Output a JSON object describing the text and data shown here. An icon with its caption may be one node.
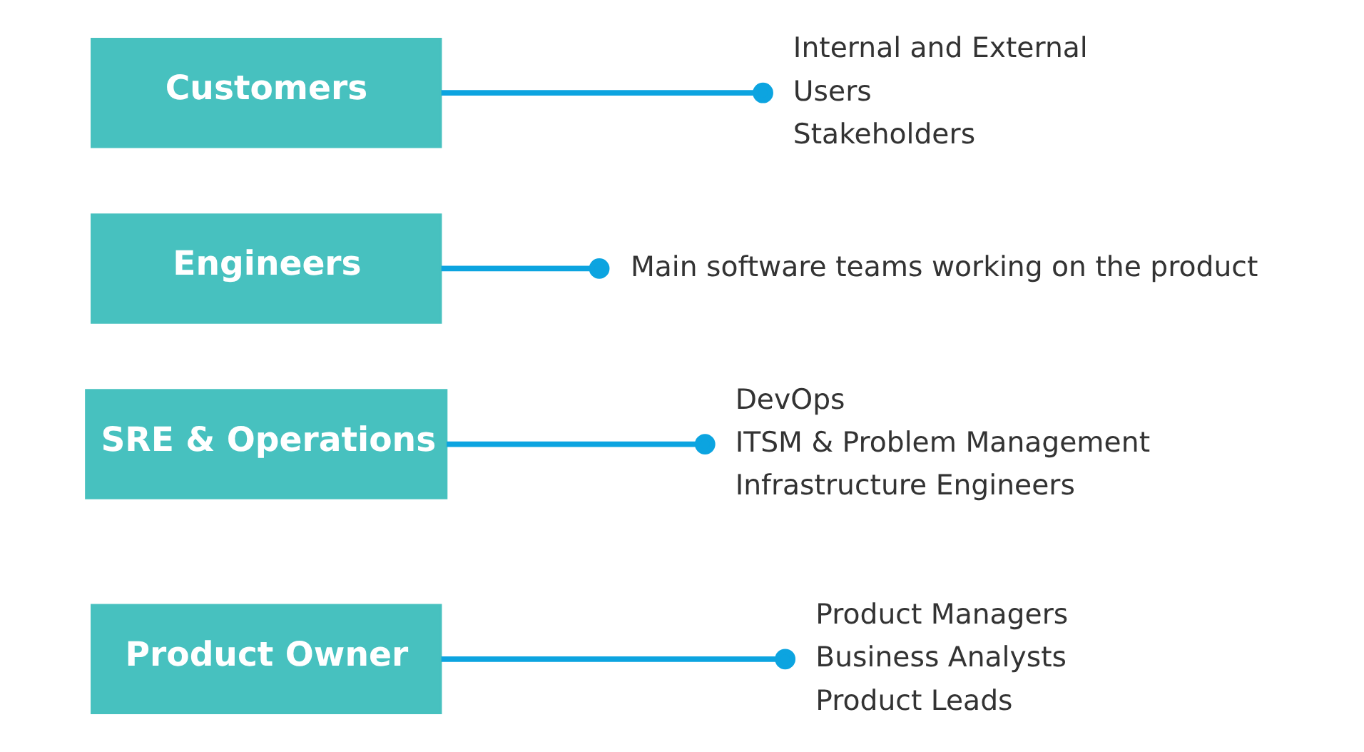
{
  "diagram": {
    "nodes": [
      {
        "text": [
          "Product Owner"
        ]
      },
      {
        "text": [
          "Product Managers",
          "Business Analysts",
          "Product Leads"
        ]
      },
      {
        "text": [
          "SRE & Operations"
        ]
      },
      {
        "text": [
          "DevOps",
          "ITSM & Problem Management",
          "Infrastructure Engineers"
        ]
      },
      {
        "text": [
          "Engineers"
        ]
      },
      {
        "text": [
          "Main software teams working on the product"
        ]
      },
      {
        "text": [
          "Customers"
        ]
      },
      {
        "text": [
          "Internal and External",
          "Users",
          "Stakeholders"
        ]
      }
    ],
    "edges": [
      {
        "from": 0,
        "to": 1,
        "arrow": "other"
      },
      {
        "from": 2,
        "to": 3,
        "arrow": "other"
      },
      {
        "from": 4,
        "to": 5,
        "arrow": "other"
      },
      {
        "from": 6,
        "to": 7,
        "arrow": "other"
      }
    ]
  }
}
